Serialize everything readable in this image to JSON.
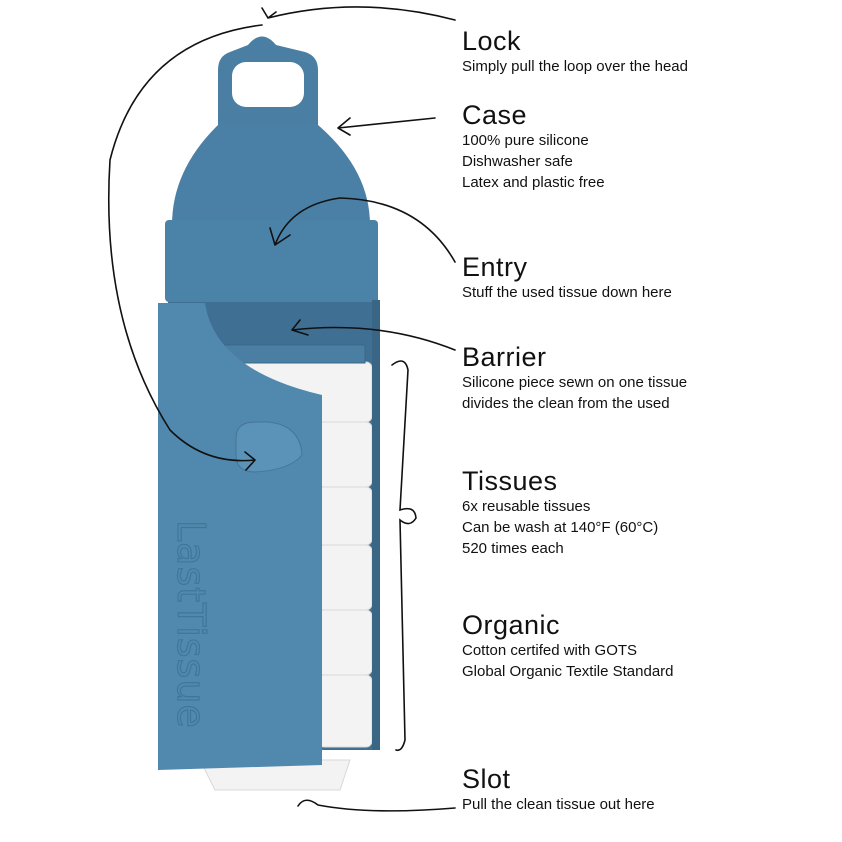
{
  "product": {
    "brand_logo": "LastTissue",
    "case_color": "#4a7fa3",
    "tissue_color": "#f2f2f2"
  },
  "callouts": [
    {
      "title": "Lock",
      "lines": [
        "Simply pull the loop over the head"
      ]
    },
    {
      "title": "Case",
      "lines": [
        "100% pure silicone",
        "Dishwasher safe",
        "Latex and plastic free"
      ]
    },
    {
      "title": "Entry",
      "lines": [
        "Stuff the used tissue down here"
      ]
    },
    {
      "title": "Barrier",
      "lines": [
        "Silicone piece sewn on one tissue",
        "divides the clean from the used"
      ]
    },
    {
      "title": "Tissues",
      "lines": [
        "6x reusable tissues",
        "Can be wash at 140°F (60°C)",
        "520 times each"
      ]
    },
    {
      "title": "Organic",
      "lines": [
        "Cotton certifed with GOTS",
        "Global Organic Textile Standard"
      ]
    },
    {
      "title": "Slot",
      "lines": [
        "Pull the clean tissue out here"
      ]
    }
  ]
}
